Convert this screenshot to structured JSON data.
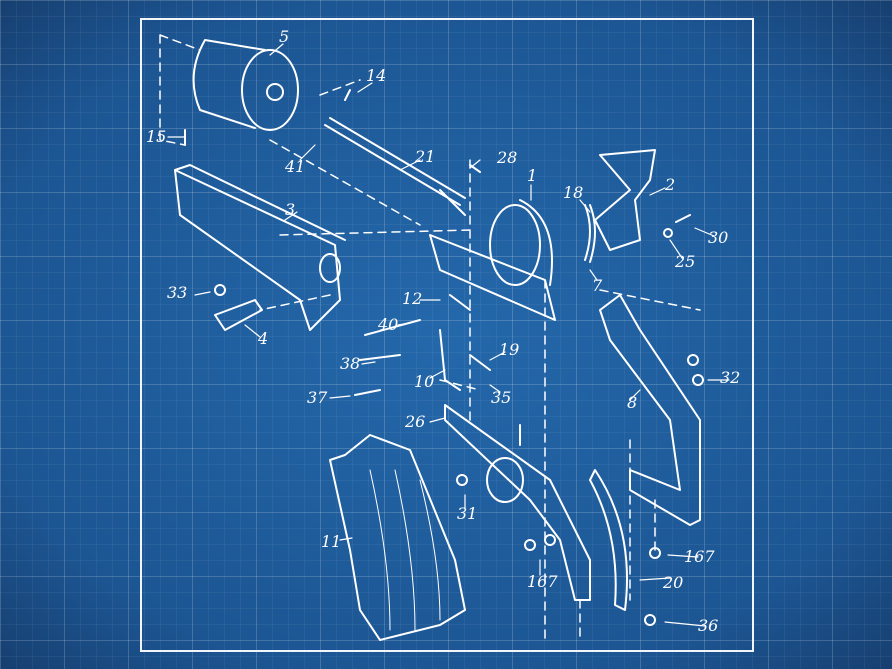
{
  "diagram": {
    "colors": {
      "background": "#1f5c9c",
      "lines": "#ffffff"
    },
    "part_labels": [
      "5",
      "14",
      "15",
      "41",
      "21",
      "28",
      "1",
      "18",
      "2",
      "3",
      "30",
      "25",
      "7",
      "33",
      "12",
      "4",
      "40",
      "38",
      "19",
      "32",
      "10",
      "37",
      "35",
      "8",
      "26",
      "31",
      "11",
      "167",
      "167",
      "20",
      "36"
    ]
  }
}
